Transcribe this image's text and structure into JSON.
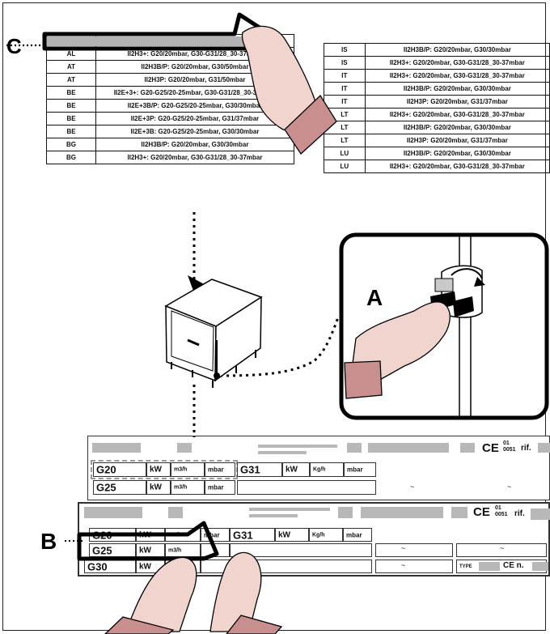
{
  "labels": {
    "a": "A",
    "b": "B",
    "c": "C"
  },
  "gas_table_left": [
    {
      "cc": "",
      "spec": ""
    },
    {
      "cc": "AL",
      "spec": "II2H3+: G20/20mbar, G30-G31/28_30-37mbar"
    },
    {
      "cc": "AT",
      "spec": "II2H3B/P: G20/20mbar, G30/50mbar"
    },
    {
      "cc": "AT",
      "spec": "II2H3P: G20/20mbar, G31/50mbar"
    },
    {
      "cc": "BE",
      "spec": "II2E+3+: G20-G25/20-25mbar, G30-G31/28_30-37mbar"
    },
    {
      "cc": "BE",
      "spec": "II2E+3B/P: G20-G25/20-25mbar, G30/30mbar"
    },
    {
      "cc": "BE",
      "spec": "II2E+3P: G20-G25/20-25mbar, G31/37mbar"
    },
    {
      "cc": "BE",
      "spec": "II2E+3B: G20-G25/20-25mbar, G30/30mbar"
    },
    {
      "cc": "BG",
      "spec": "II2H3B/P: G20/20mbar, G30/30mbar"
    },
    {
      "cc": "BG",
      "spec": "II2H3+: G20/20mbar, G30-G31/28_30-37mbar"
    }
  ],
  "gas_table_right": [
    {
      "cc": "IS",
      "spec": "II2H3B/P: G20/20mbar, G30/30mbar"
    },
    {
      "cc": "IS",
      "spec": "II2H3+: G20/20mbar, G30-G31/28_30-37mbar"
    },
    {
      "cc": "IT",
      "spec": "II2H3+: G20/20mbar, G30-G31/28_30-37mbar"
    },
    {
      "cc": "IT",
      "spec": "II2H3B/P: G20/20mbar, G30/30mbar"
    },
    {
      "cc": "IT",
      "spec": "II2H3P: G20/20mbar, G31/37mbar"
    },
    {
      "cc": "LT",
      "spec": "II2H3+: G20/20mbar, G30-G31/28_30-37mbar"
    },
    {
      "cc": "LT",
      "spec": "II2H3B/P: G20/20mbar, G30/30mbar"
    },
    {
      "cc": "LT",
      "spec": "II2H3P: G20/20mbar, G31/37mbar"
    },
    {
      "cc": "LU",
      "spec": "II2H3B/P: G20/20mbar, G30/30mbar"
    },
    {
      "cc": "LU",
      "spec": "II2H3+: G20/20mbar, G30-G31/28_30-37mbar"
    }
  ],
  "plate_upper": {
    "ce": "CE",
    "ce_code_top": "01",
    "ce_code_bottom": "0051",
    "rif": "rif.",
    "g20": "G20",
    "g25": "G25",
    "g31": "G31",
    "kw": "kW",
    "m3h": "m3/h",
    "mbar": "mbar",
    "kgh": "Kg/h",
    "tilde": "~"
  },
  "plate_lower": {
    "ce": "CE",
    "ce_code_top": "01",
    "ce_code_bottom": "0051",
    "rif": "rif.",
    "g20": "G20",
    "g25": "G25",
    "g30": "G30",
    "g31": "G31",
    "kw": "kW",
    "m3h": "m3/h",
    "mbar": "mbar",
    "kgh": "Kg/h",
    "kg": "Kg",
    "type": "TYPE",
    "ce_n": "CE n.",
    "tilde": "~"
  },
  "colors": {
    "skin": "#f2d4cf",
    "cuff": "#c98f8f",
    "cover": "#b3b3b3",
    "ink": "#000000"
  }
}
